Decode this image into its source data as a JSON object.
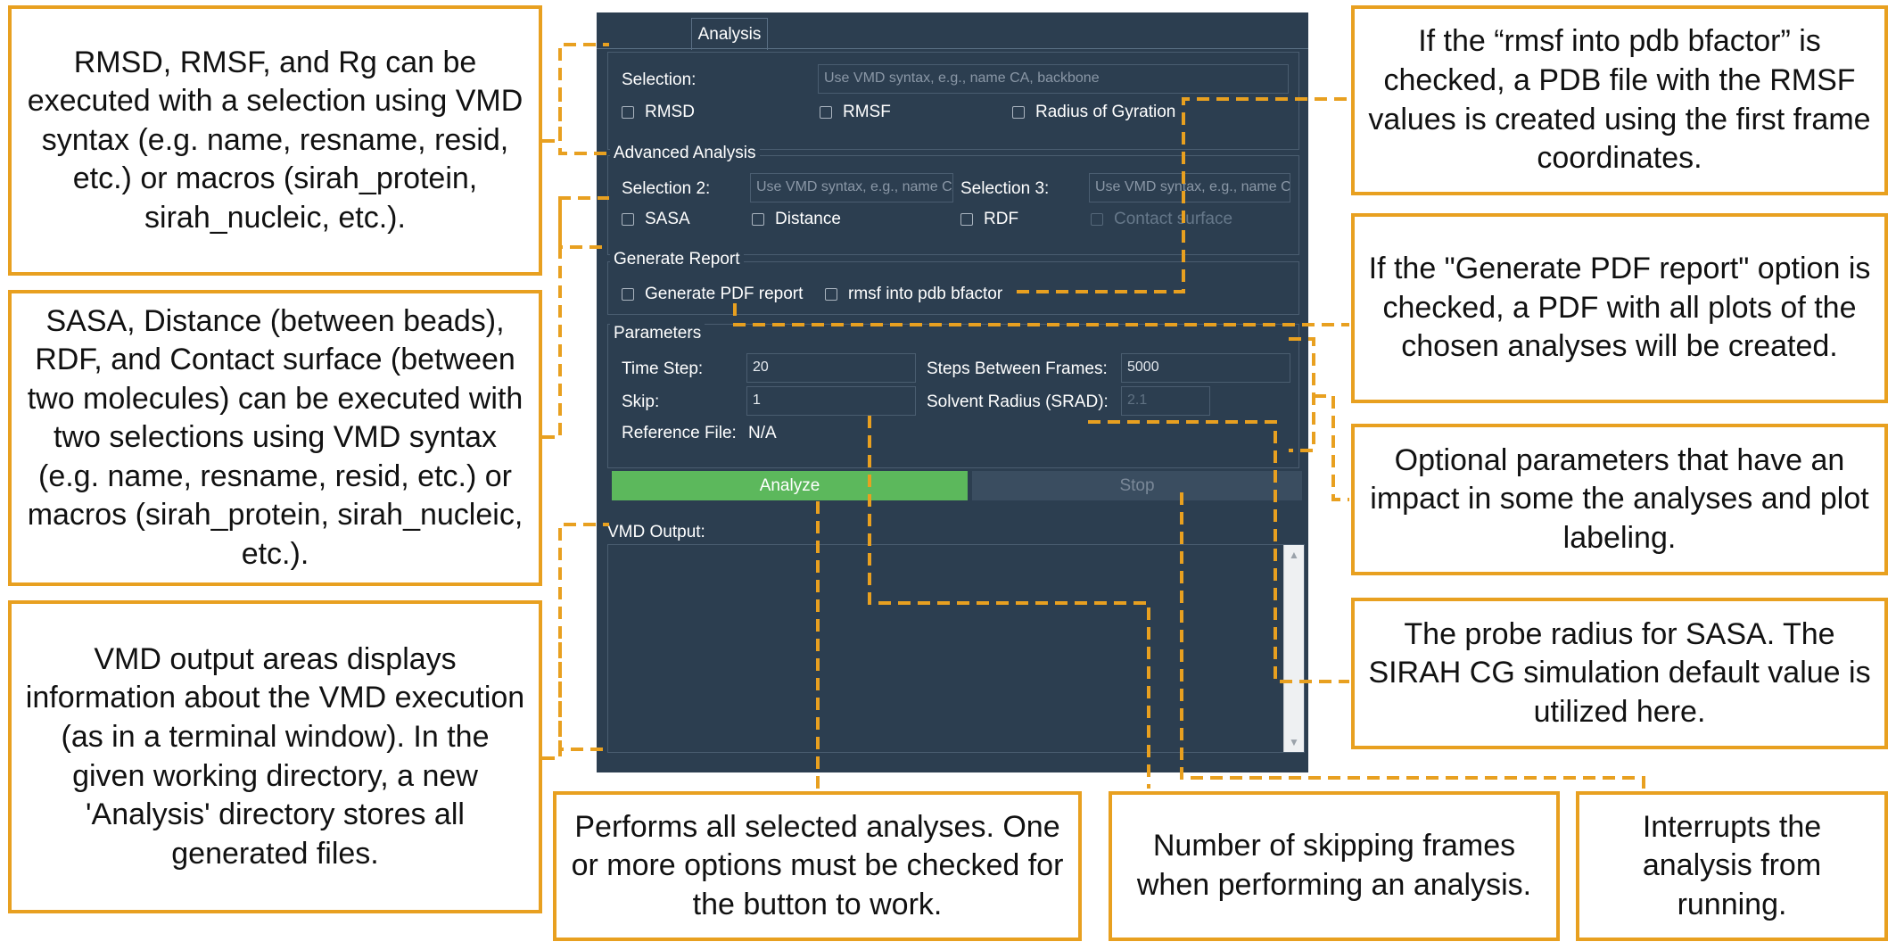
{
  "callouts": {
    "selection_help": "RMSD, RMSF, and Rg can be executed with a selection using VMD syntax (e.g. name, resname, resid, etc.) or macros (sirah_protein, sirah_nucleic, etc.).",
    "advanced_help": "SASA, Distance (between beads), RDF, and Contact surface (between two molecules) can be executed with two selections using VMD syntax (e.g. name, resname, resid, etc.) or macros (sirah_protein, sirah_nucleic, etc.).",
    "output_help": "VMD output areas displays information about the VMD execution (as in a terminal window). In the given working directory, a new 'Analysis' directory stores all generated files.",
    "analyze_help": "Performs all selected analyses. One or more options must be checked for the button to work.",
    "skip_help": "Number of skipping frames when performing an analysis.",
    "stop_help": "Interrupts the analysis from running.",
    "rmsf_pdb_help": "If the “rmsf into pdb bfactor” is checked, a PDB file with the RMSF values is created using the first frame coordinates.",
    "pdf_help": "If the \"Generate PDF report\" option is checked, a PDF with all plots of the chosen analyses will be created.",
    "params_help": "Optional parameters that have an impact in some the analyses and plot labeling.",
    "srad_help": "The probe radius for SASA.  The SIRAH CG simulation default value is utilized here."
  },
  "panel": {
    "tab": "Analysis",
    "selection": {
      "label": "Selection:",
      "placeholder": "Use VMD syntax, e.g., name CA, backbone",
      "rmsd": "RMSD",
      "rmsf": "RMSF",
      "rg": "Radius of Gyration"
    },
    "advanced": {
      "title": "Advanced Analysis",
      "sel2_label": "Selection 2:",
      "sel2_placeholder": "Use VMD syntax, e.g., name CA",
      "sel3_label": "Selection 3:",
      "sel3_placeholder": "Use VMD syntax, e.g., name CA",
      "sasa": "SASA",
      "distance": "Distance",
      "rdf": "RDF",
      "contact": "Contact surface"
    },
    "report": {
      "title": "Generate Report",
      "pdf": "Generate PDF report",
      "bfactor": "rmsf into pdb bfactor"
    },
    "params": {
      "title": "Parameters",
      "timestep_label": "Time Step:",
      "timestep_value": "20",
      "steps_label": "Steps Between Frames:",
      "steps_value": "5000",
      "skip_label": "Skip:",
      "skip_value": "1",
      "srad_label": "Solvent Radius (SRAD):",
      "srad_value": "2.1",
      "ref_label": "Reference File:",
      "ref_value": "N/A"
    },
    "analyze": "Analyze",
    "stop": "Stop",
    "output_label": "VMD Output:"
  },
  "colors": {
    "panel_bg": "#2C3E50",
    "accent": "#E8A020",
    "analyze_bg": "#5CB85C",
    "stop_bg": "#3A4D60"
  }
}
